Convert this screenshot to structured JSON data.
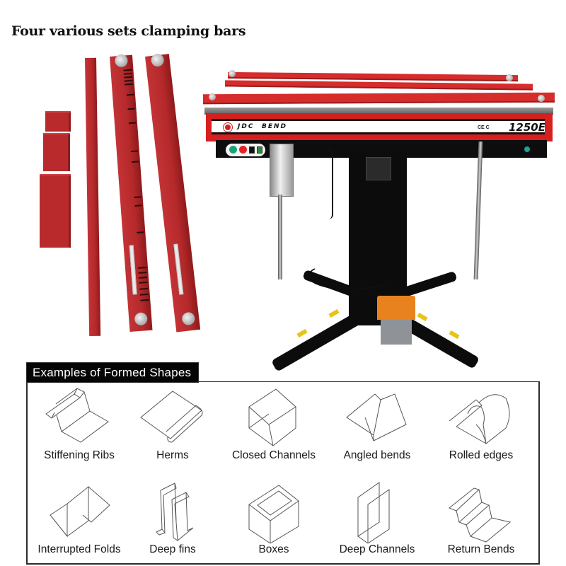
{
  "page": {
    "title": "Four various sets clamping bars"
  },
  "machine": {
    "brand": "JDC",
    "series": "BEND",
    "model": "1250E",
    "certification_marks": "CE C",
    "colors": {
      "body_red": "#d5201f",
      "frame_black": "#0c0c0c",
      "bar_red": "#b82a2c",
      "pedal_orange": "#e8821f",
      "hazard_yellow": "#e7c419",
      "start_green": "#1aa37a",
      "stop_red": "#e0242a"
    }
  },
  "examples": {
    "heading": "Examples of Formed Shapes",
    "shapes": [
      {
        "label": "Stiffening Ribs",
        "icon": "stiffening-ribs-icon"
      },
      {
        "label": "Herms",
        "icon": "herms-icon"
      },
      {
        "label": "Closed Channels",
        "icon": "closed-channels-icon"
      },
      {
        "label": "Angled bends",
        "icon": "angled-bends-icon"
      },
      {
        "label": "Rolled edges",
        "icon": "rolled-edges-icon"
      },
      {
        "label": "Interrupted Folds",
        "icon": "interrupted-folds-icon"
      },
      {
        "label": "Deep fins",
        "icon": "deep-fins-icon"
      },
      {
        "label": "Boxes",
        "icon": "boxes-icon"
      },
      {
        "label": "Deep Channels",
        "icon": "deep-channels-icon"
      },
      {
        "label": "Return Bends",
        "icon": "return-bends-icon"
      }
    ]
  }
}
